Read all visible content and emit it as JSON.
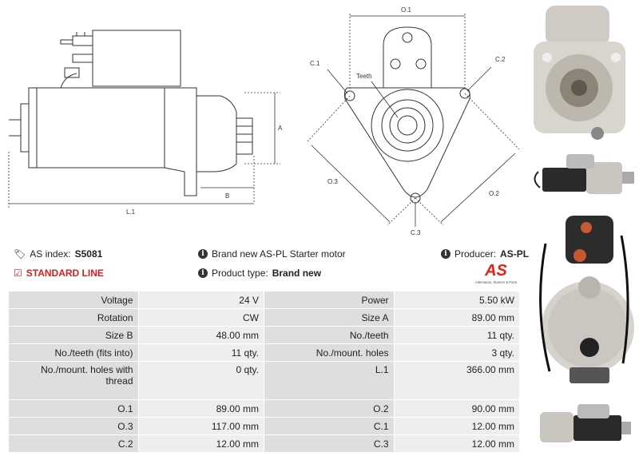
{
  "dimension_labels": {
    "a": "A",
    "b": "B",
    "l1": "L.1",
    "o1": "O.1",
    "o2": "O.2",
    "o3": "O.3",
    "c1": "C.1",
    "c2": "C.2",
    "c3": "C.3",
    "teeth": "Teeth"
  },
  "info": {
    "as_index_label": "AS index:",
    "as_index_value": "S5081",
    "line": "STANDARD LINE",
    "description": "Brand new AS-PL Starter motor",
    "product_type_label": "Product type:",
    "product_type_value": "Brand new",
    "producer_label": "Producer:",
    "producer_value": "AS-PL"
  },
  "logo": {
    "mark": "AS",
    "tagline": "Alternators, Starters & Parts",
    "color": "#e2231a"
  },
  "icons": {
    "tag": "tag-icon",
    "check": "checkbox-icon",
    "info": "info-icon"
  },
  "specs": [
    [
      {
        "k": "Voltage",
        "v": "24 V"
      },
      {
        "k": "Power",
        "v": "5.50 kW"
      }
    ],
    [
      {
        "k": "Rotation",
        "v": "CW"
      },
      {
        "k": "Size A",
        "v": "89.00 mm"
      }
    ],
    [
      {
        "k": "Size B",
        "v": "48.00 mm"
      },
      {
        "k": "No./teeth",
        "v": "11 qty."
      }
    ],
    [
      {
        "k": "No./teeth (fits into)",
        "v": "11 qty."
      },
      {
        "k": "No./mount. holes",
        "v": "3 qty."
      }
    ],
    [
      {
        "k": "No./mount. holes with thread",
        "v": "0 qty."
      },
      {
        "k": "L.1",
        "v": "366.00 mm"
      }
    ],
    [
      {
        "k": "O.1",
        "v": "89.00 mm"
      },
      {
        "k": "O.2",
        "v": "90.00 mm"
      }
    ],
    [
      {
        "k": "O.3",
        "v": "117.00 mm"
      },
      {
        "k": "C.1",
        "v": "12.00 mm"
      }
    ],
    [
      {
        "k": "C.2",
        "v": "12.00 mm"
      },
      {
        "k": "C.3",
        "v": "12.00 mm"
      }
    ]
  ]
}
